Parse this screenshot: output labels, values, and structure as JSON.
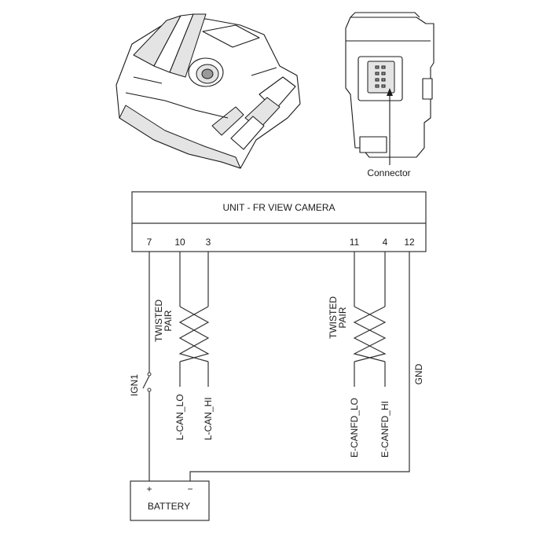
{
  "illustration": {
    "connector_label": "Connector"
  },
  "unit": {
    "title": "UNIT - FR VIEW CAMERA",
    "pins": [
      "7",
      "10",
      "3",
      "11",
      "4",
      "12"
    ]
  },
  "wiring": {
    "twisted_pair_label_line1": "TWISTED",
    "twisted_pair_label_line2": "PAIR",
    "signals": [
      "L-CAN_LO",
      "L-CAN_HI",
      "E-CANFD_LO",
      "E-CANFD_HI"
    ],
    "ign_label": "IGN1",
    "gnd_label": "GND"
  },
  "battery": {
    "label": "BATTERY",
    "plus": "+",
    "minus": "−"
  }
}
